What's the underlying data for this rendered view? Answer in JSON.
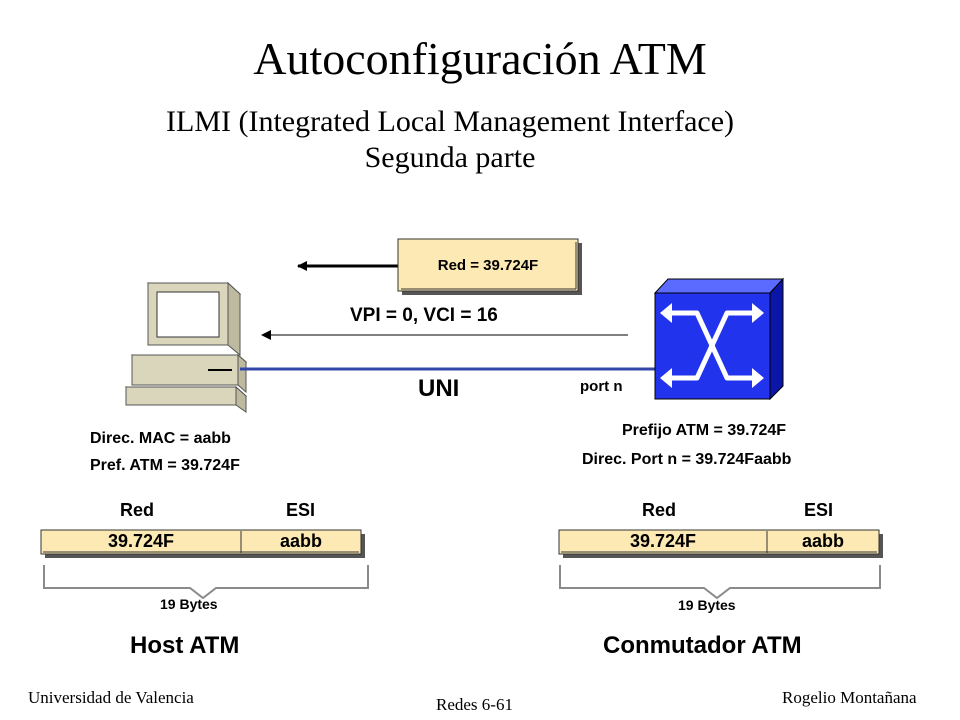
{
  "slide": {
    "title": "Autoconfiguración ATM",
    "subtitle_line1": "ILMI (Integrated Local Management Interface)",
    "subtitle_line2": "Segunda parte"
  },
  "message": {
    "box_label": "Red = 39.724F",
    "channel_label": "VPI = 0, VCI = 16",
    "link_label": "UNI",
    "port_label": "port n"
  },
  "host": {
    "mac_line": "Direc. MAC = aabb",
    "pref_line": "Pref. ATM = 39.724F",
    "field_red_header": "Red",
    "field_esi_header": "ESI",
    "field_red_value": "39.724F",
    "field_esi_value": "aabb",
    "size_label": "19 Bytes",
    "caption": "Host ATM"
  },
  "switch": {
    "prefix_line": "Prefijo ATM = 39.724F",
    "port_line": "Direc. Port n = 39.724Faabb",
    "field_red_header": "Red",
    "field_esi_header": "ESI",
    "field_red_value": "39.724F",
    "field_esi_value": "aabb",
    "size_label": "19 Bytes",
    "caption": "Conmutador ATM"
  },
  "footer": {
    "left": "Universidad de Valencia",
    "center": "Redes 6-61",
    "right": "Rogelio Montañana"
  },
  "colors": {
    "box_fill": "#FCE9B4",
    "link_blue": "#3347A8",
    "switch_blue": "#2233EE",
    "computer_beige": "#D9D6BC"
  }
}
